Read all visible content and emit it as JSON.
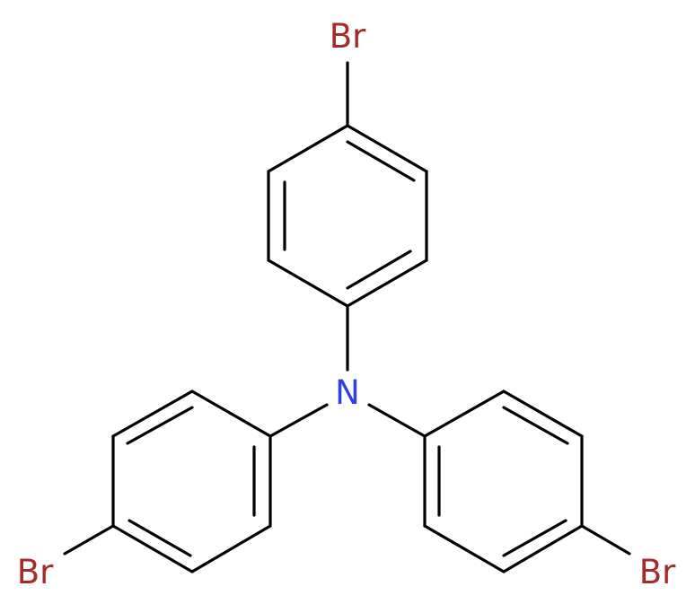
{
  "molecule": {
    "atoms": [
      {
        "id": "br-top",
        "symbol": "Br",
        "color": "#a52a2a"
      },
      {
        "id": "n-center",
        "symbol": "N",
        "color": "#2e3fe6"
      },
      {
        "id": "br-left",
        "symbol": "Br",
        "color": "#a52a2a"
      },
      {
        "id": "br-right",
        "symbol": "Br",
        "color": "#a52a2a"
      }
    ],
    "bond_color": "#000000"
  }
}
